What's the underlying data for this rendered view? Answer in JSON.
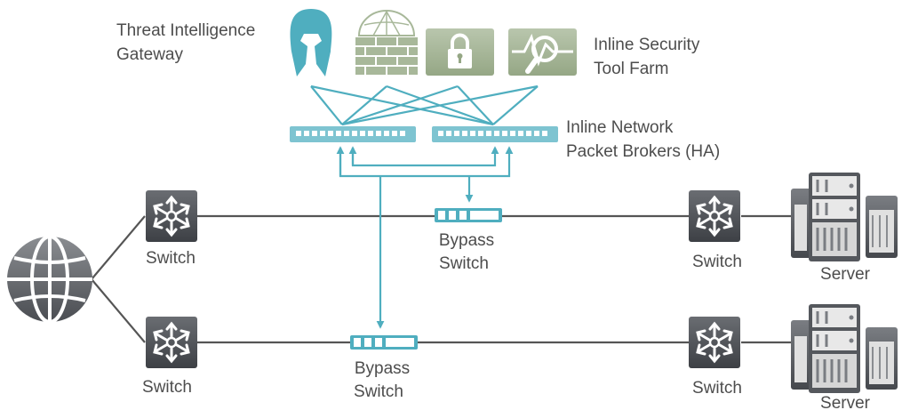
{
  "labels": {
    "tig_line1": "Threat Intelligence",
    "tig_line2": "Gateway",
    "inline_sec_line1": "Inline Security",
    "inline_sec_line2": "Tool Farm",
    "npb_line1": "Inline Network",
    "npb_line2": "Packet Brokers (HA)",
    "bypass1_line1": "Bypass",
    "bypass1_line2": "Switch",
    "bypass2_line1": "Bypass",
    "bypass2_line2": "Switch",
    "switch_tl": "Switch",
    "switch_bl": "Switch",
    "switch_tr": "Switch",
    "switch_br": "Switch",
    "server_top": "Server",
    "server_bottom": "Server"
  },
  "icons": {
    "tig": "spartan-helmet-icon",
    "firewall": "firewall-brick-icon",
    "lock": "lock-icon",
    "analyzer": "network-analyzer-icon",
    "switch": "switch-icon",
    "server": "server-icon",
    "globe": "globe-icon"
  },
  "colors": {
    "teal": "#4faebf",
    "teal_light": "#7ec4d1",
    "gray_dark": "#4a4d52",
    "gray_line": "#555555",
    "green_tool": "#a8b89a"
  }
}
